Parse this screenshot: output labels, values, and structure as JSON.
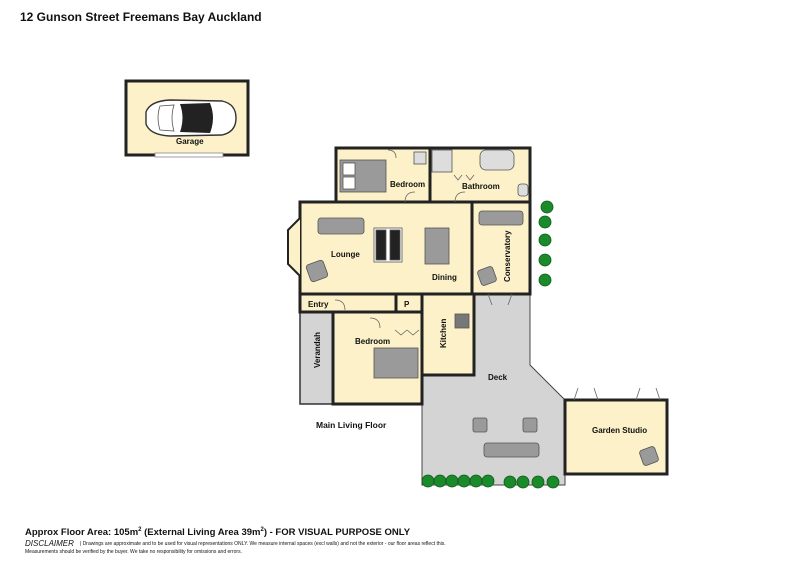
{
  "title": "12 Gunson Street Freemans Bay Auckland",
  "rooms": {
    "garage": "Garage",
    "bedroom1": "Bedroom",
    "bathroom": "Bathroom",
    "lounge": "Lounge",
    "dining": "Dining",
    "conservatory": "Conservatory",
    "entry": "Entry",
    "pantry": "P",
    "kitchen": "Kitchen",
    "verandah": "Verandah",
    "bedroom2": "Bedroom",
    "deck": "Deck",
    "garden_studio": "Garden Studio"
  },
  "floor_label": "Main Living Floor",
  "area": {
    "prefix": "Approx Floor Area: 105m",
    "sup1": "2",
    "middle": " (External Living Area 39m",
    "sup2": "2",
    "suffix": ") - FOR VISUAL PURPOSE ONLY"
  },
  "disclaimer": {
    "heading": "DISCLAIMER",
    "line1": "| Drawings are approximate and to be used for visual representations ONLY. We measure internal spaces (excl walls) and not the exterior - our floor areas reflect this.",
    "line2": "Measurements should be verified by the buyer. We take no responsibility for omissions and errors."
  },
  "colors": {
    "room_fill": "#fcf1c8",
    "wall": "#222222",
    "deck_fill": "#d4d4d4",
    "furniture": "#8a8a8a",
    "plant": "#1a8a2a"
  }
}
